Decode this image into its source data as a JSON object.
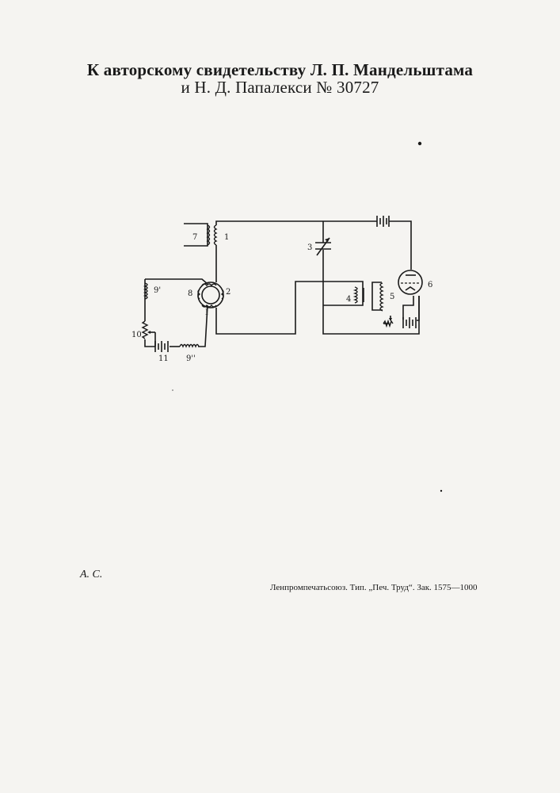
{
  "header": {
    "line1": "К авторскому свидетельству Л. П. Мандельштама",
    "line2": "и Н. Д. Папалекси № 30727"
  },
  "diagram": {
    "labels": {
      "l7": "7",
      "l1": "1",
      "l3": "3",
      "l6": "6",
      "l9a": "9'",
      "l8": "8",
      "l2": "2",
      "lI": "I",
      "l4": "4",
      "l5": "5",
      "l10": "10",
      "l11": "11",
      "l9b": "9''"
    }
  },
  "footer": {
    "left": "А. С.",
    "right": "Ленпромпечатьсоюз. Тип. „Печ. Труд“. Зак. 1575—1000"
  }
}
